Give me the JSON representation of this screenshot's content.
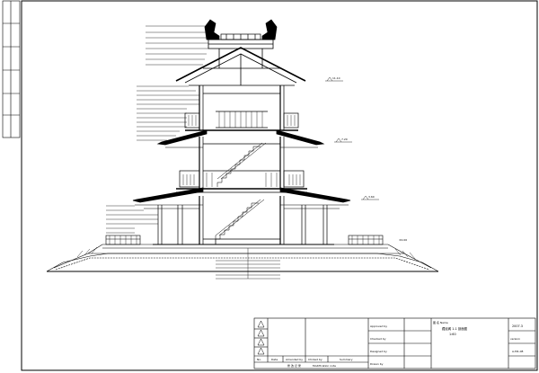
{
  "drawing": {
    "title_cn": "藏经阁 1-1 剖面图",
    "scale": "1:60",
    "date": "2007.3",
    "project": "version",
    "drawing_no": "A-M1-08",
    "designer_label": "图 名 Name"
  },
  "title_block": {
    "approval_labels": [
      "Approved by",
      "Checked by",
      "Designed by",
      "Drawn by"
    ],
    "revision_headers": [
      "No.",
      "Date",
      "Amended by",
      "Chcked by",
      "Summary"
    ],
    "revision_caption_cn": "修 改 记 录",
    "revision_caption_en": "Modification note"
  },
  "level_marks": [
    "±0.00",
    "3.60",
    "7.20",
    "11.10"
  ],
  "colors": {
    "line": "#000000",
    "paper": "#ffffff"
  }
}
